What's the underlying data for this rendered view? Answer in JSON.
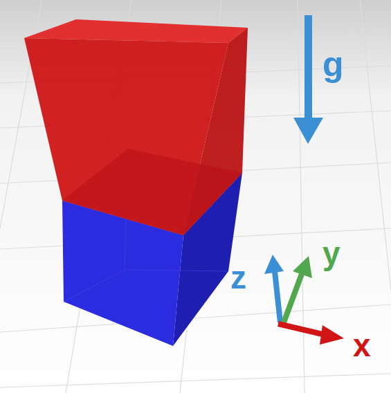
{
  "diagram": {
    "labels": [
      "g",
      "z",
      "y",
      "x"
    ]
  }
}
